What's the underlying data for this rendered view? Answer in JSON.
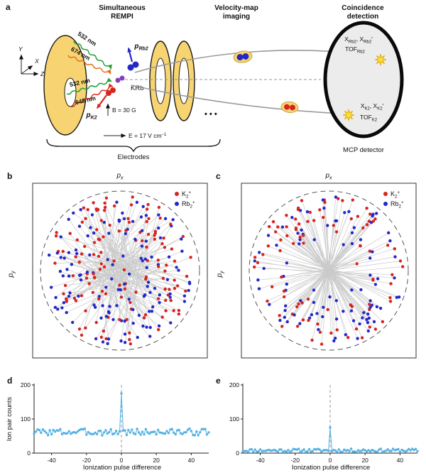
{
  "figure": {
    "panel_labels": {
      "a": "a",
      "b": "b",
      "c": "c",
      "d": "d",
      "e": "e"
    }
  },
  "colors": {
    "red": "#d62420",
    "blue": "#2428c8",
    "purple": "#8040c0",
    "yellow_glow": "#f7d471",
    "star": "#ffe03a",
    "pair_line": "#bdbdbd",
    "gray_arrow": "#9a9a9a",
    "lightblue": "#55b2e4"
  },
  "panel_a": {
    "headers": [
      {
        "line1": "Simultaneous",
        "line2": "REMPI"
      },
      {
        "line1": "Velocity-map",
        "line2": "imaging"
      },
      {
        "line1": "Coincidence",
        "line2": "detection"
      }
    ],
    "axes": {
      "x": "X",
      "y": "Y",
      "z": "Z"
    },
    "beams": [
      {
        "label": "532 nm",
        "color": "#21a038"
      },
      {
        "label": "674 nm",
        "color": "#e2711d"
      },
      {
        "label": "532 nm",
        "color": "#21a038"
      },
      {
        "label": "648 nm",
        "color": "#e03020"
      }
    ],
    "molecule_label": "KRb",
    "p_rb2_label": "p_{Rb2}",
    "p_k2_label": "p_{K2}",
    "b_field_label": "B = 30 G",
    "e_field_label": "E = 17 V cm^{−1}",
    "electrodes_label": "Electrodes",
    "dots_label": "• • •",
    "detector": {
      "rb_hits": "X_{Rb2}, X_{Rb2}′",
      "rb_tof": "TOF_{Rb2}",
      "k_hits": "X_{K2}, X_{K2}′",
      "k_tof": "TOF_{K2}",
      "label": "MCP detector"
    }
  },
  "pulse_ylabel": "Ion pair counts",
  "chart_data": [
    {
      "type": "scatter",
      "panel": "b",
      "xlabel": "p_{x}",
      "ylabel": "p_{y}",
      "legend_position": "top-right",
      "boundary": "dashed circle",
      "series": [
        {
          "name": "K_{2}^{+}",
          "color": "#d62420",
          "approx_points": 135
        },
        {
          "name": "Rb_{2}^{+}",
          "color": "#2428c8",
          "approx_points": 135
        }
      ],
      "description": "Coincident K2+ and Rb2+ detector hits; grey lines connect coincident ion pairs scattered broadly about the centre",
      "render": {
        "seed": 7,
        "pairs": 135,
        "angle_jitter": 1.35,
        "r_inner_frac": 0.03
      }
    },
    {
      "type": "scatter",
      "panel": "c",
      "xlabel": "p_{x}",
      "ylabel": "p_{y}",
      "legend_position": "top-right",
      "boundary": "dashed circle",
      "series": [
        {
          "name": "K_{2}^{+}",
          "color": "#d62420",
          "approx_points": 92
        },
        {
          "name": "Rb_{2}^{+}",
          "color": "#2428c8",
          "approx_points": 92
        }
      ],
      "description": "Coincident ion pairs emitted back-to-back; grey lines pass through the centre forming a star pattern",
      "render": {
        "seed": 19,
        "pairs": 92,
        "angle_jitter": 0.16,
        "r_inner_frac": 0.32
      }
    },
    {
      "type": "line",
      "panel": "d",
      "xlabel": "Ionization pulse difference",
      "ylabel": "Ion pair counts",
      "xlim": [
        -50,
        50
      ],
      "ylim": [
        0,
        200
      ],
      "xticks": [
        -40,
        -20,
        0,
        20,
        40
      ],
      "yticks": [
        0,
        100,
        200
      ],
      "x_step": 1,
      "baseline_mean": 62,
      "baseline_noise": 10,
      "peak_x": 0,
      "peak_y": 175,
      "color": "#55b2e4",
      "marker": "circle",
      "seed": 3
    },
    {
      "type": "line",
      "panel": "e",
      "xlabel": "Ionization pulse difference",
      "ylabel": "",
      "xlim": [
        -50,
        50
      ],
      "ylim": [
        0,
        200
      ],
      "xticks": [
        -40,
        -20,
        0,
        20,
        40
      ],
      "yticks": [
        0,
        100,
        200
      ],
      "x_step": 1,
      "baseline_mean": 8,
      "baseline_noise": 5,
      "peak_x": 0,
      "peak_y": 75,
      "color": "#55b2e4",
      "marker": "circle",
      "seed": 11
    }
  ]
}
